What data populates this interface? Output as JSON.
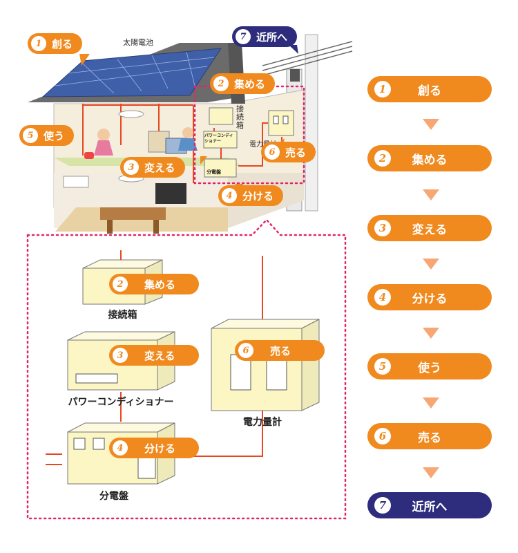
{
  "colors": {
    "orange": "#f08a1e",
    "navy": "#2d2c7d",
    "arrow": "#f7a774",
    "dotted": "#e1246e",
    "wire": "#e8471f",
    "box": "#fbf6c4"
  },
  "steps": [
    {
      "num": "1",
      "label": "創る"
    },
    {
      "num": "2",
      "label": "集める"
    },
    {
      "num": "3",
      "label": "変える"
    },
    {
      "num": "4",
      "label": "分ける"
    },
    {
      "num": "5",
      "label": "使う"
    },
    {
      "num": "6",
      "label": "売る"
    },
    {
      "num": "7",
      "label": "近所へ"
    }
  ],
  "house": {
    "solar_panel_label": "太陽電池",
    "junction_box_label": "接続箱",
    "inverter_label": "パワーコンディショナー",
    "panel_board_label": "分電盤",
    "meter_label": "電力量計",
    "pills": {
      "create": {
        "num": "1",
        "label": "創る"
      },
      "neighbor": {
        "num": "7",
        "label": "近所へ"
      },
      "collect": {
        "num": "2",
        "label": "集める"
      },
      "use": {
        "num": "5",
        "label": "使う"
      },
      "sell": {
        "num": "6",
        "label": "売る"
      },
      "convert": {
        "num": "3",
        "label": "変える"
      },
      "divide": {
        "num": "4",
        "label": "分ける"
      }
    }
  },
  "detail": {
    "junction_box": {
      "caption": "接続箱",
      "pill": {
        "num": "2",
        "label": "集める"
      }
    },
    "inverter": {
      "caption": "パワーコンディショナー",
      "pill": {
        "num": "3",
        "label": "変える"
      }
    },
    "panel_board": {
      "caption": "分電盤",
      "pill": {
        "num": "4",
        "label": "分ける"
      }
    },
    "meter": {
      "caption": "電力量計",
      "pill": {
        "num": "6",
        "label": "売る"
      }
    }
  }
}
